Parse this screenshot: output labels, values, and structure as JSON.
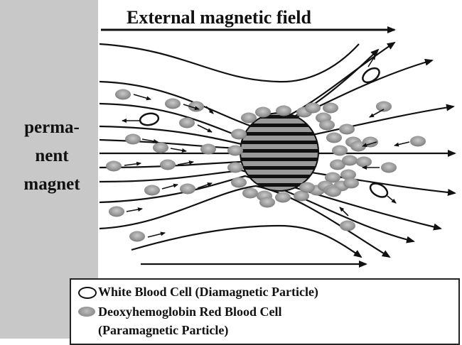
{
  "title": "External magnetic field",
  "magnet_label": {
    "line1": "perma-",
    "line2": "nent",
    "line3": "magnet"
  },
  "legend": {
    "wbc_label": "White Blood Cell (Diamagnetic Particle)",
    "rbc_label_line1": "Deoxyhemoglobin Red Blood Cell",
    "rbc_label_line2": "(Paramagnetic Particle)"
  },
  "colors": {
    "magnet": "#c8c8c8",
    "stroke": "#111111",
    "cell_fill": "#9a9a9a"
  },
  "icons": {
    "wbc": "hollow-ellipse",
    "rbc": "gray-ellipse",
    "sphere": "striped-sphere"
  }
}
